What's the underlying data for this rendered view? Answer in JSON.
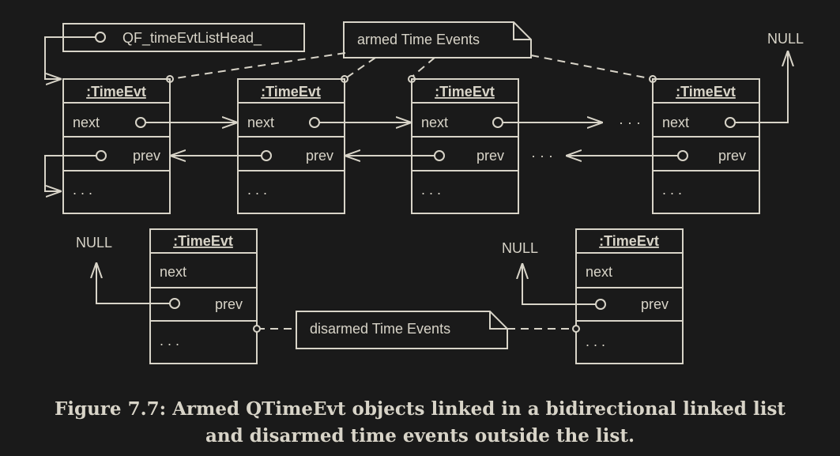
{
  "diagram": {
    "head_pointer_label": "QF_timeEvtListHead_",
    "armed_note": "armed Time Events",
    "disarmed_note": "disarmed Time Events",
    "null_label": "NULL",
    "ellipsis": "· · ·",
    "object_title": ":TimeEvt",
    "next_label": "next",
    "prev_label": "prev",
    "rest_label": ". . .",
    "armed_objects": [
      {
        "title": ":TimeEvt",
        "next": "next",
        "prev": "prev",
        "rest": ". . ."
      },
      {
        "title": ":TimeEvt",
        "next": "next",
        "prev": "prev",
        "rest": ". . ."
      },
      {
        "title": ":TimeEvt",
        "next": "next",
        "prev": "prev",
        "rest": ". . ."
      },
      {
        "title": ":TimeEvt",
        "next": "next",
        "prev": "prev",
        "rest": ". . ."
      }
    ],
    "disarmed_objects": [
      {
        "title": ":TimeEvt",
        "next": "next",
        "prev": "prev",
        "rest": ". . ."
      },
      {
        "title": ":TimeEvt",
        "next": "next",
        "prev": "prev",
        "rest": ". . ."
      }
    ]
  },
  "caption": {
    "line1": "Figure 7.7: Armed QTimeEvt objects linked in a bidirectional linked list",
    "line2": "and disarmed time events outside the list."
  },
  "colors": {
    "background": "#1a1a1a",
    "stroke": "#d8d4c8"
  }
}
